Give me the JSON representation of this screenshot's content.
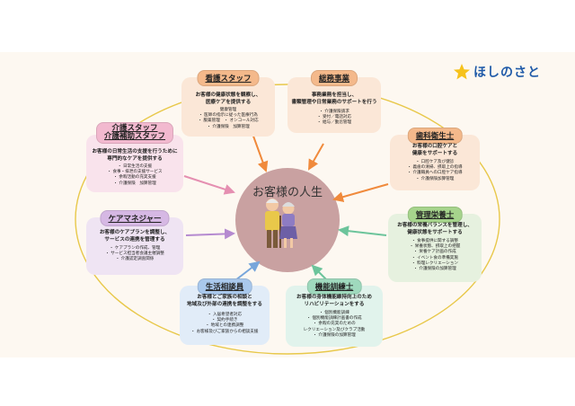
{
  "logo": {
    "text": "ほしのさと",
    "star_color": "#f6c21c",
    "text_color": "#1f5aa8"
  },
  "center": {
    "title": "お客様の人生"
  },
  "colors": {
    "nursing": "#fbe7d7",
    "general": "#fbe7d7",
    "dental": "#fbe7d7",
    "care": "#f9e3ec",
    "manager": "#efe4f3",
    "counselor": "#e1ecf8",
    "rehab": "#e1f3ec",
    "nutrition": "#e6f1df",
    "arrow_orange": "#f08a3c",
    "arrow_pink": "#e58fb1",
    "arrow_purple": "#b58ad0",
    "arrow_blue": "#77a6db",
    "arrow_green": "#6cc49b",
    "ring": "#e8c84a"
  },
  "roles": {
    "nursing": {
      "title": "看護スタッフ",
      "lead": [
        "お客様の健康状態を観察し、",
        "医療ケアを提供する"
      ],
      "items": [
        "健康管理",
        "・ 医師の指示に従った医療行為",
        "・ 服薬管理　・ オンコール対応",
        "・ 介護保険　加算管理"
      ]
    },
    "general": {
      "title": "総務事業",
      "lead": [
        "事務業務を担当し、",
        "書類管理や日常業務のサポートを行う"
      ],
      "items": [
        "・ 介護保険請求",
        "・ 受付／電話対応",
        "・ 給与／勤怠管理"
      ]
    },
    "dental": {
      "title": "歯科衛生士",
      "lead": [
        "お客様の口腔ケアと",
        "健康をサポートする"
      ],
      "items": [
        "・ 口腔ケア及び健診",
        "・ 義歯の清掃、摂取上の指導",
        "・ 介護職員への口腔ケア指導",
        "・ 介護保険加算管理"
      ]
    },
    "care": {
      "title": [
        "介護スタッフ",
        "介護補助スタッフ"
      ],
      "lead": [
        "お客様の日常生活の支援を行うために",
        "専門的なケアを提供する"
      ],
      "items": [
        "・ 日常生活の支援",
        "・ 食事・排泄の支援サービス",
        "・ 余暇活動の充実支援",
        "・ 介護保険　加算管理"
      ]
    },
    "manager": {
      "title": "ケアマネジャー",
      "lead": [
        "お客様のケアプランを調整し、",
        "サービスの連携を管理する"
      ],
      "items": [
        "・ ケアプランの作成、管理",
        "・ サービス担当者会議主催調整",
        "・ 介護認定調査関係"
      ]
    },
    "counselor": {
      "title": "生活相談員",
      "lead": [
        "お客様とご家族の相談と",
        "地域及び外部の連携を調整をする"
      ],
      "items": [
        "・ 入居希望者対応",
        "・ 契約手続き",
        "・ 地域との連携調整",
        "・ お客様及びご家族からの相談支援"
      ]
    },
    "rehab": {
      "title": "機能訓練士",
      "lead": [
        "お客様の身体機能維持向上のため",
        "リハビリテーションをする"
      ],
      "items": [
        "・ 個別機能訓練",
        "・ 個別機能訓練計画書の作成",
        "・ 余暇の充実のための",
        "レクリエーション及びクラブ活動",
        "・ 介護保険の加算管理"
      ]
    },
    "nutrition": {
      "title": "管理栄養士",
      "lead": [
        "お客様の栄養バランスを管理し、",
        "健康状態をサポートする"
      ],
      "items": [
        "・ 食事提供に関する調整",
        "・ 栄養状態、摂取上の把握",
        "・ 栄養ケア計画の作成",
        "・ イベント食の準備実施",
        "・ 料理レクリエーション",
        "・ 介護保険の加算管理"
      ]
    }
  }
}
